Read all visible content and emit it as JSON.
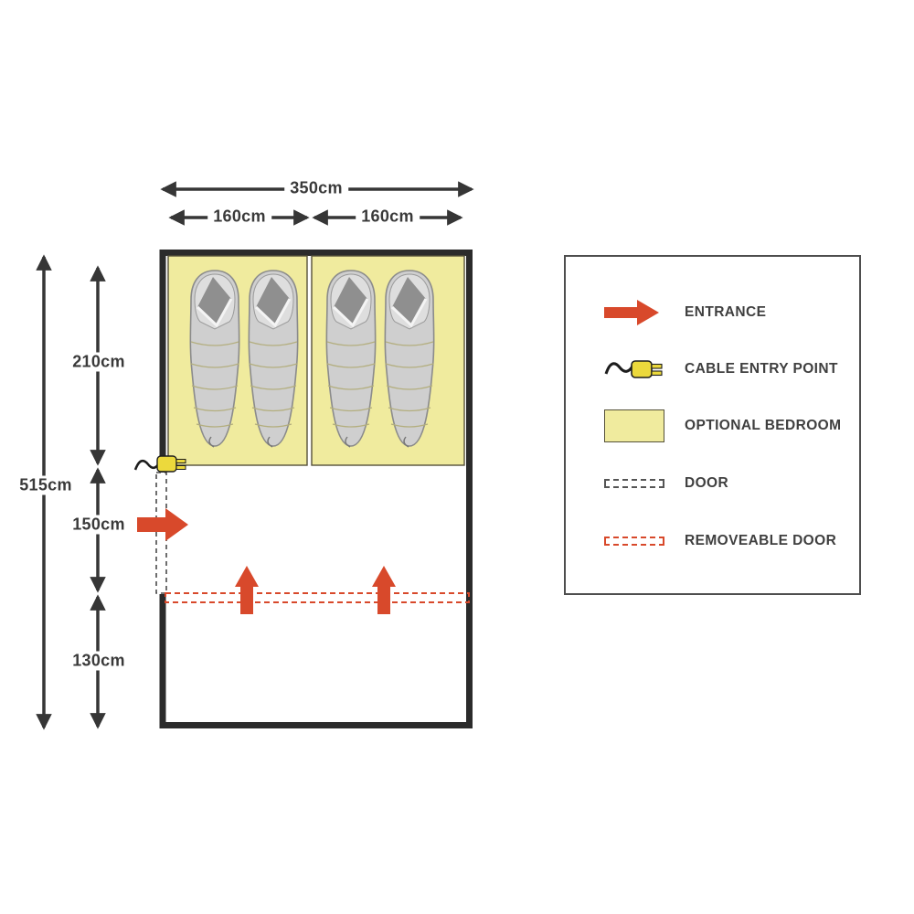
{
  "dims": {
    "total_width": "350cm",
    "left_section_width": "160cm",
    "right_section_width": "160cm",
    "total_length": "515cm",
    "bedroom_depth": "210cm",
    "living_depth": "150cm",
    "front_depth": "130cm"
  },
  "legend": {
    "items": [
      {
        "id": "entrance",
        "label": "ENTRANCE"
      },
      {
        "id": "cable-entry-point",
        "label": "CABLE ENTRY POINT"
      },
      {
        "id": "optional-bedroom",
        "label": "OPTIONAL BEDROOM"
      },
      {
        "id": "door",
        "label": "DOOR"
      },
      {
        "id": "removeable-door",
        "label": "REMOVEABLE DOOR"
      }
    ]
  },
  "colors": {
    "bedroom_fill": "#f0eb9e",
    "entrance_red": "#d8492b",
    "plug_yellow": "#ecd93c",
    "outline": "#2b2b2b",
    "text": "#3a3a3a"
  }
}
